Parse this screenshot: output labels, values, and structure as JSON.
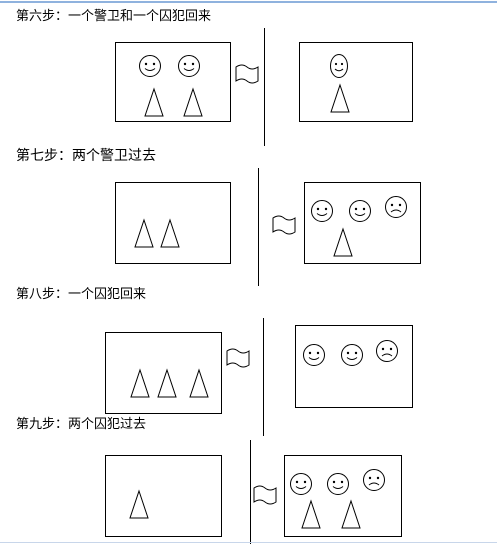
{
  "steps": [
    {
      "title": "第六步：一个警卫和一个囚犯回来",
      "left": {
        "guards": 2,
        "prisoners": 2
      },
      "boat_side": "left",
      "right": {
        "guards": 1,
        "prisoners": 1
      }
    },
    {
      "title": "第七步：两个警卫过去",
      "left": {
        "guards": 0,
        "prisoners": 2
      },
      "boat_side": "right",
      "right": {
        "guards": 2,
        "prisoners": 1,
        "sad": 1
      }
    },
    {
      "title": "第八步：一个囚犯回来",
      "left": {
        "guards": 0,
        "prisoners": 3
      },
      "boat_side": "left",
      "right": {
        "guards": 2,
        "prisoners": 0,
        "sad": 1
      }
    },
    {
      "title": "第九步：两个囚犯过去",
      "left": {
        "guards": 0,
        "prisoners": 1
      },
      "boat_side": "right",
      "right": {
        "guards": 2,
        "prisoners": 2,
        "sad": 1
      }
    }
  ]
}
